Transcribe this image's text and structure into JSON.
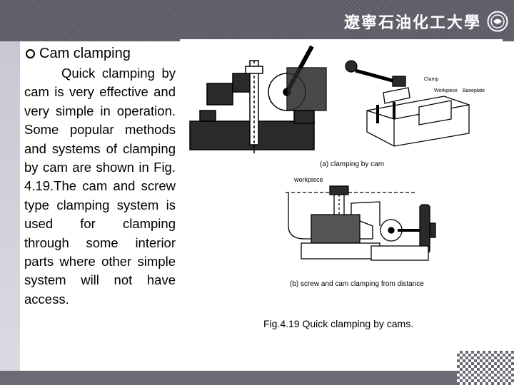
{
  "header": {
    "university_name": "遼寧石油化工大學",
    "logo_icon": "university-seal-icon"
  },
  "slide": {
    "bullet_icon": "hollow-circle-bullet-icon",
    "heading": "Cam clamping",
    "body": "Quick clamping by cam is very effective and very simple in operation. Some popular methods and systems of clamping by cam are shown in Fig. 4.19.The cam and screw type clamping system is used for clamping through some interior parts where other simple system will not have access."
  },
  "figure": {
    "label_clamp": "Clamp",
    "label_workpiece_a": "Workpiece",
    "label_baseplate": "Baseplate",
    "caption_a": "(a)  clamping by cam",
    "label_workpiece_b": "workpiece",
    "caption_b": "(b)  screw and cam clamping from distance",
    "caption": "Fig.4.19 Quick clamping by cams."
  },
  "colors": {
    "header": "#5d5b66",
    "band": "#c8c8d2",
    "footer": "#6b6a75"
  }
}
